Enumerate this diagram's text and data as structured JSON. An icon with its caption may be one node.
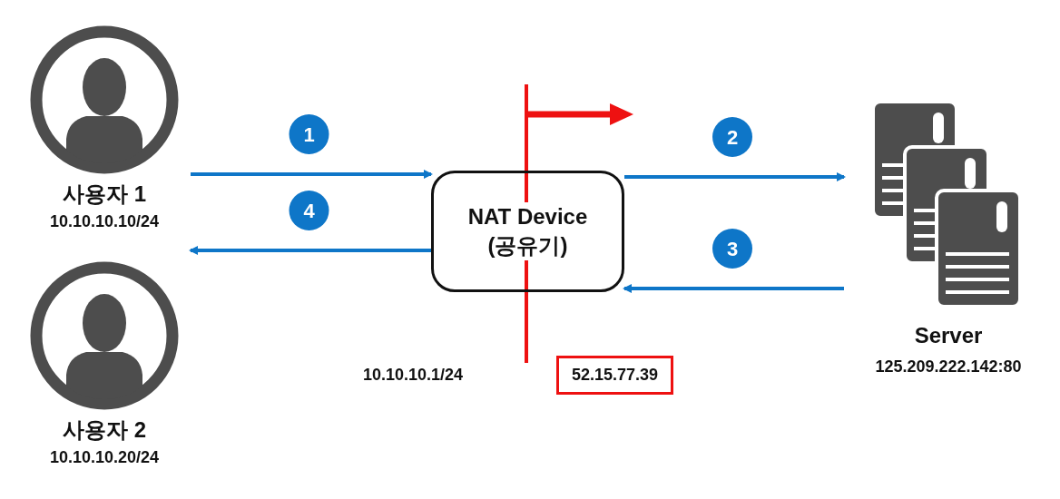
{
  "diagram": {
    "nodes": [
      {
        "text": [
          "사용자 1",
          "10.10.10.10/24"
        ]
      },
      {
        "text": [
          "사용자 2",
          "10.10.10.20/24"
        ]
      },
      {
        "text": [
          "NAT Device (공유기)"
        ]
      },
      {
        "text": [
          "Server",
          "125.209.222.142:80"
        ]
      }
    ],
    "edges": [
      {
        "from": 0,
        "to": 2,
        "arrow": "to",
        "label": "1"
      },
      {
        "from": 2,
        "to": 3,
        "arrow": "to",
        "label": "2"
      },
      {
        "from": 3,
        "to": 2,
        "arrow": "to",
        "label": "3"
      },
      {
        "from": 2,
        "to": 0,
        "arrow": "to",
        "label": "4"
      }
    ],
    "labels": [
      "10.10.10.1/24",
      "52.15.77.39"
    ]
  }
}
